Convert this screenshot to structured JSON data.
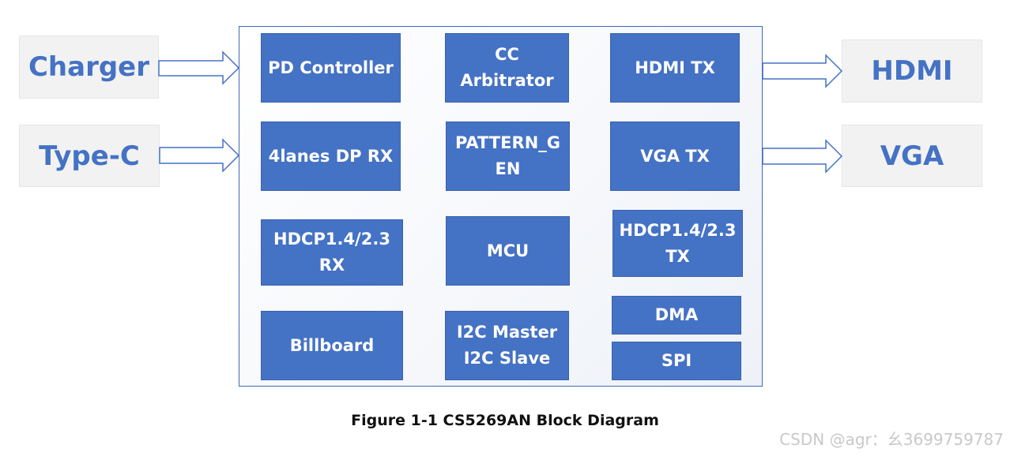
{
  "inputs": {
    "charger": "Charger",
    "type_c": "Type-C"
  },
  "outputs": {
    "hdmi": "HDMI",
    "vga": "VGA"
  },
  "blocks": {
    "pd_controller": "PD Controller",
    "cc_arbitrator": "CC\nArbitrator",
    "hdmi_tx": "HDMI TX",
    "dp_rx": "4lanes DP RX",
    "pattern_gen": "PATTERN_G\nEN",
    "vga_tx": "VGA TX",
    "hdcp_rx": "HDCP1.4/2.3\nRX",
    "mcu": "MCU",
    "hdcp_tx": "HDCP1.4/2.3\nTX",
    "dma": "DMA",
    "spi": "SPI",
    "billboard": "Billboard",
    "i2c": "I2C Master\nI2C Slave"
  },
  "caption": "Figure 1-1 CS5269AN Block Diagram",
  "watermark": "CSDN @agr：幺3699759787",
  "colors": {
    "block": "#4472c4",
    "block_text": "#ffffff",
    "external_box": "#f2f2f2",
    "external_text": "#4472c4",
    "chip_border": "#3f68b8"
  }
}
